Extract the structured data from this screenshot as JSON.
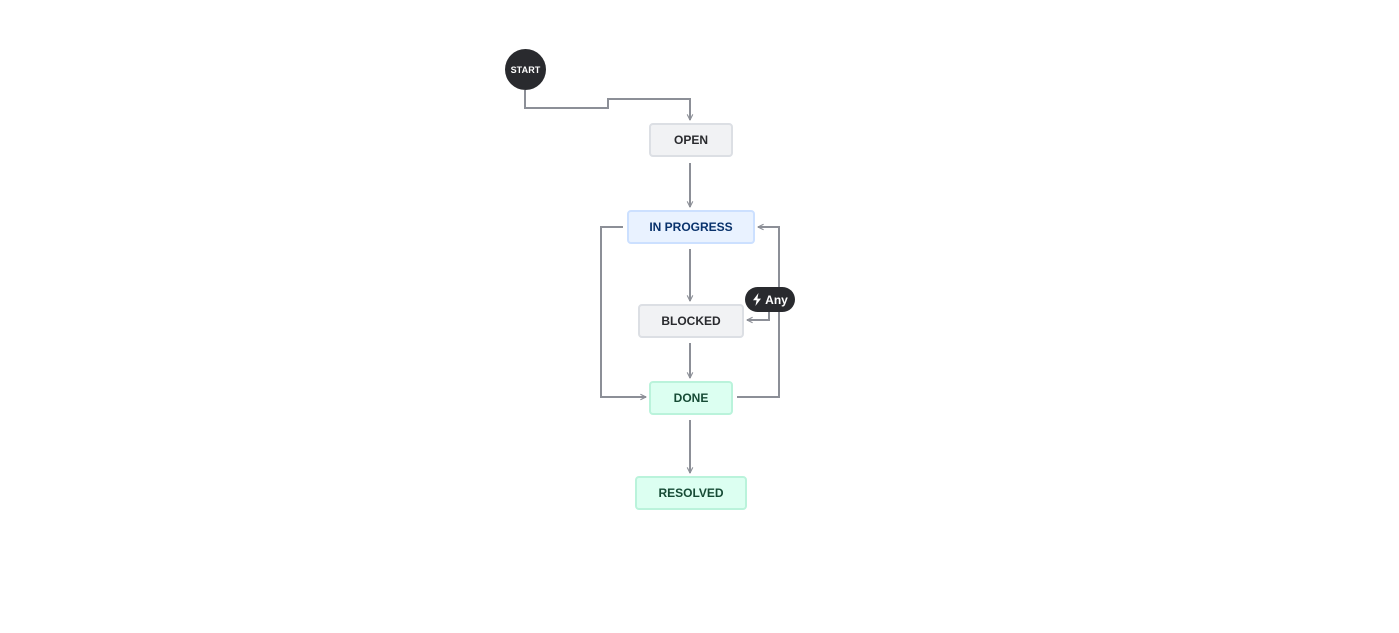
{
  "workflow": {
    "start_label": "START",
    "statuses": {
      "open": "OPEN",
      "in_progress": "IN PROGRESS",
      "blocked": "BLOCKED",
      "done": "DONE",
      "resolved": "RESOLVED"
    },
    "any_transition": {
      "label": "Any",
      "icon": "lightning-bolt-icon"
    }
  },
  "colors": {
    "edge": "#8c8f97",
    "dark": "#292a2e",
    "grey_status_bg": "#f1f2f4",
    "blue_status_bg": "#e9f2ff",
    "green_status_bg": "#dcfff1"
  }
}
